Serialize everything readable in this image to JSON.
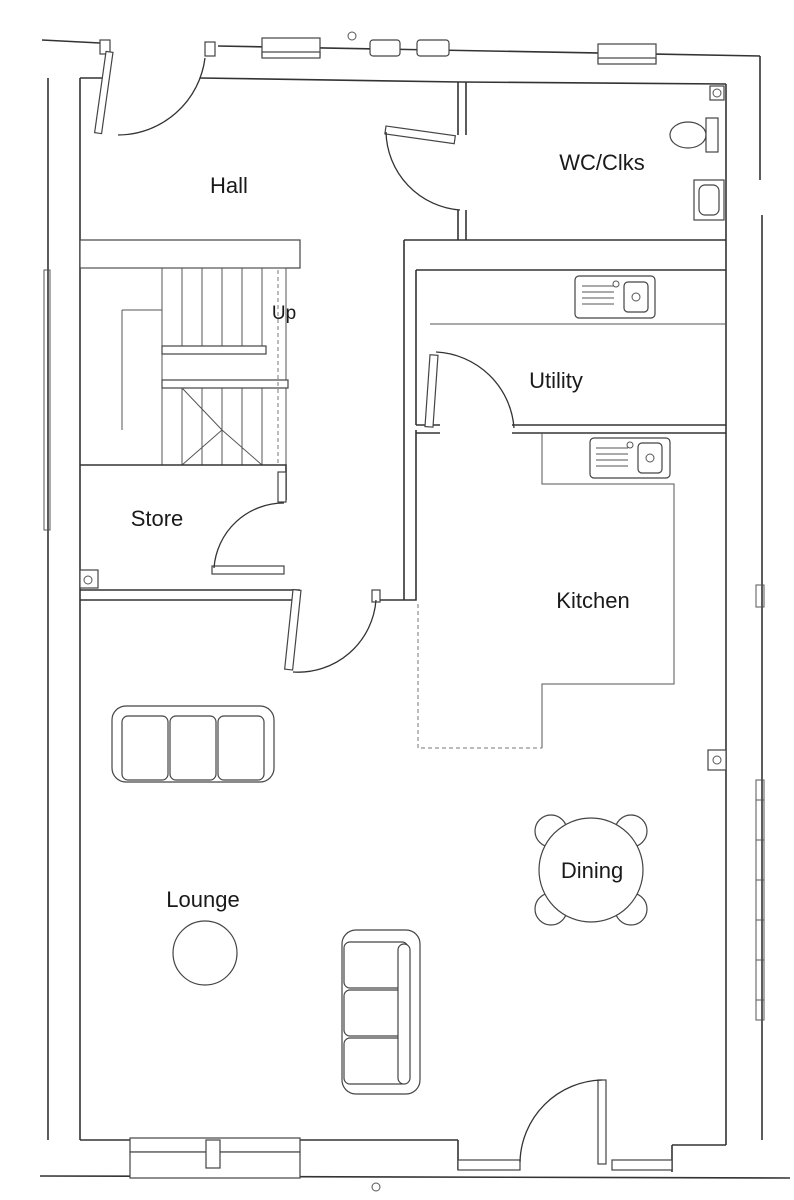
{
  "rooms": {
    "hall": "Hall",
    "wc": "WC/Clks",
    "up": "Up",
    "utility": "Utility",
    "store": "Store",
    "kitchen": "Kitchen",
    "lounge": "Lounge",
    "dining": "Dining"
  },
  "colors": {
    "lines": "#333333",
    "background": "#ffffff"
  }
}
